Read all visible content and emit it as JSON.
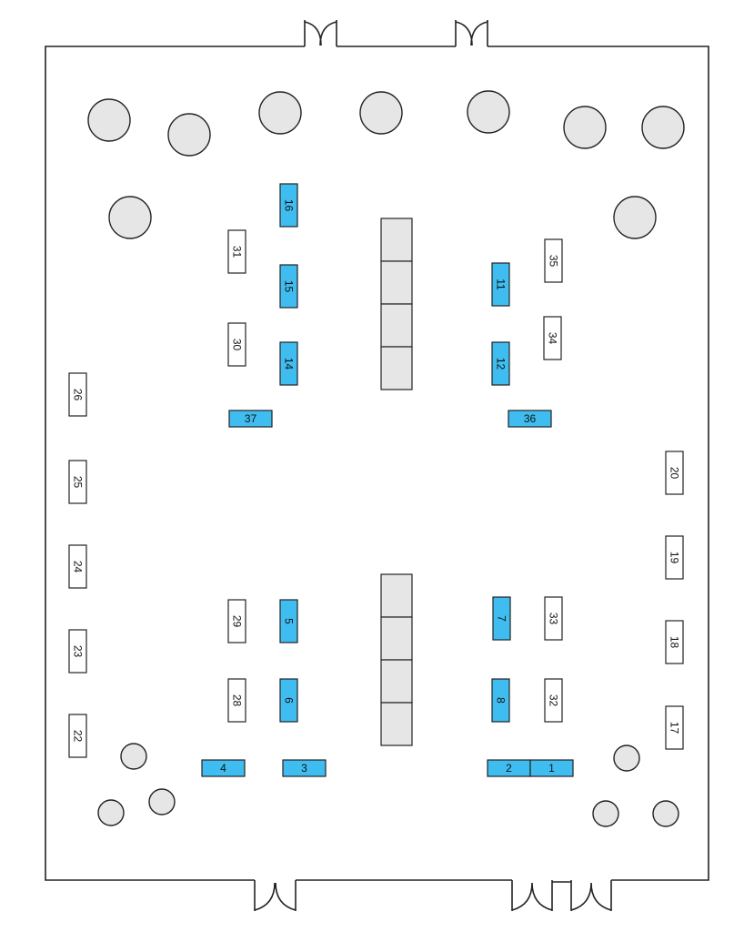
{
  "booths": {
    "b1": {
      "label": "1",
      "color": "#3fbdf0"
    },
    "b2": {
      "label": "2",
      "color": "#3fbdf0"
    },
    "b3": {
      "label": "3",
      "color": "#3fbdf0"
    },
    "b4": {
      "label": "4",
      "color": "#3fbdf0"
    },
    "b5": {
      "label": "5",
      "color": "#3fbdf0"
    },
    "b6": {
      "label": "6",
      "color": "#3fbdf0"
    },
    "b7": {
      "label": "7",
      "color": "#3fbdf0"
    },
    "b8": {
      "label": "8",
      "color": "#3fbdf0"
    },
    "b11": {
      "label": "11",
      "color": "#3fbdf0"
    },
    "b12": {
      "label": "12",
      "color": "#3fbdf0"
    },
    "b14": {
      "label": "14",
      "color": "#3fbdf0"
    },
    "b15": {
      "label": "15",
      "color": "#3fbdf0"
    },
    "b16": {
      "label": "16",
      "color": "#3fbdf0"
    },
    "b17": {
      "label": "17",
      "color": "#ffffff"
    },
    "b18": {
      "label": "18",
      "color": "#ffffff"
    },
    "b19": {
      "label": "19",
      "color": "#ffffff"
    },
    "b20": {
      "label": "20",
      "color": "#ffffff"
    },
    "b22": {
      "label": "22",
      "color": "#ffffff"
    },
    "b23": {
      "label": "23",
      "color": "#ffffff"
    },
    "b24": {
      "label": "24",
      "color": "#ffffff"
    },
    "b25": {
      "label": "25",
      "color": "#ffffff"
    },
    "b26": {
      "label": "26",
      "color": "#ffffff"
    },
    "b28": {
      "label": "28",
      "color": "#ffffff"
    },
    "b29": {
      "label": "29",
      "color": "#ffffff"
    },
    "b30": {
      "label": "30",
      "color": "#ffffff"
    },
    "b31": {
      "label": "31",
      "color": "#ffffff"
    },
    "b32": {
      "label": "32",
      "color": "#ffffff"
    },
    "b33": {
      "label": "33",
      "color": "#ffffff"
    },
    "b34": {
      "label": "34",
      "color": "#ffffff"
    },
    "b35": {
      "label": "35",
      "color": "#ffffff"
    },
    "b36": {
      "label": "36",
      "color": "#3fbdf0"
    },
    "b37": {
      "label": "37",
      "color": "#3fbdf0"
    }
  },
  "colors": {
    "booth_highlight": "#3fbdf0",
    "booth_plain": "#ffffff",
    "table_fill": "#e6e6e6",
    "wall": "#222222"
  },
  "icons": {
    "round_table": "round-table-icon",
    "door": "door-icon"
  }
}
